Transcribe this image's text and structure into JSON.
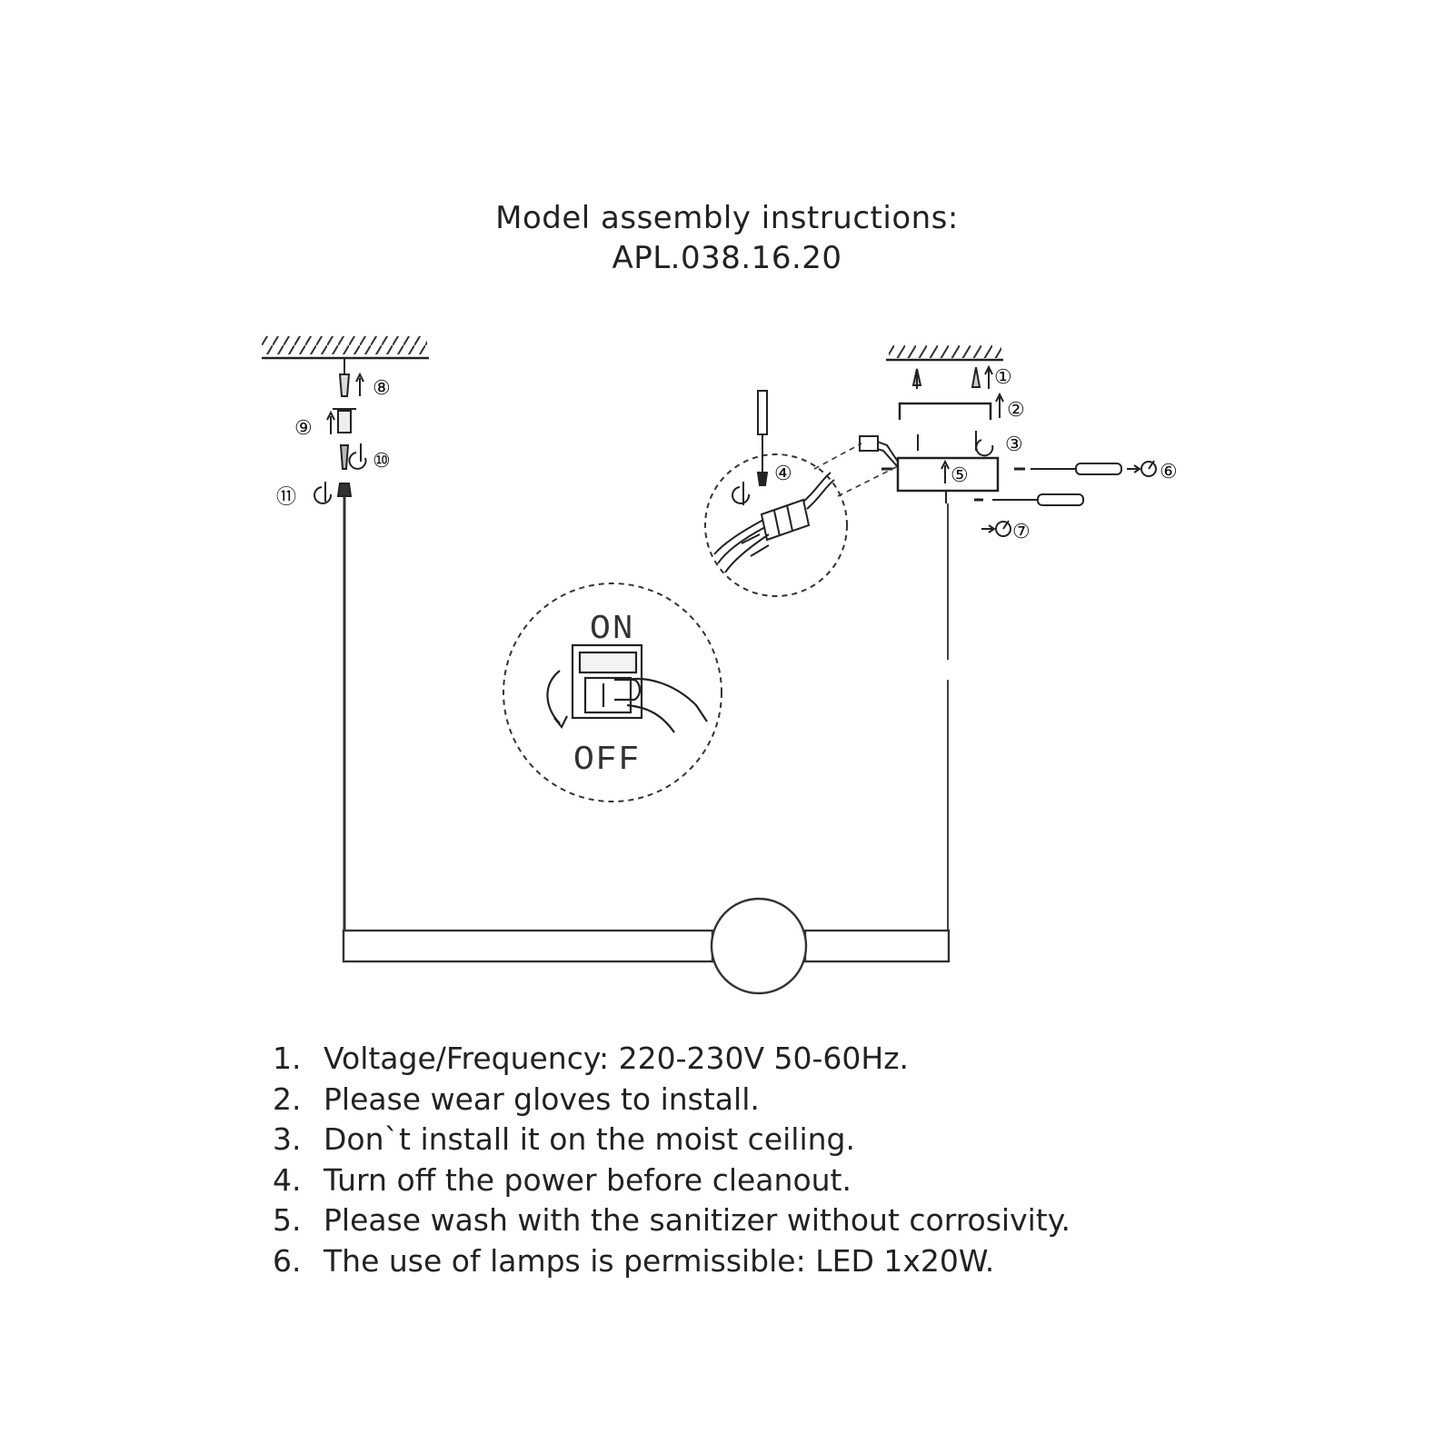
{
  "title": {
    "line1": "Model assembly instructions:",
    "line2": "APL.038.16.20"
  },
  "switch": {
    "on_label": "ON",
    "off_label": "OFF"
  },
  "callouts": [
    "①",
    "②",
    "③",
    "④",
    "⑤",
    "⑥",
    "⑦",
    "⑧",
    "⑨",
    "⑩",
    "⑪"
  ],
  "notes": [
    {
      "num": "1.",
      "text": "Voltage/Frequency: 220-230V 50-60Hz."
    },
    {
      "num": "2.",
      "text": "Please wear gloves to install."
    },
    {
      "num": "3.",
      "text": "Don`t install it on the moist ceiling."
    },
    {
      "num": "4.",
      "text": "Turn off the power before cleanout."
    },
    {
      "num": "5.",
      "text": "Please wash with the sanitizer without corrosivity."
    },
    {
      "num": "6.",
      "text": "The use of lamps is permissible: LED 1x20W."
    }
  ]
}
